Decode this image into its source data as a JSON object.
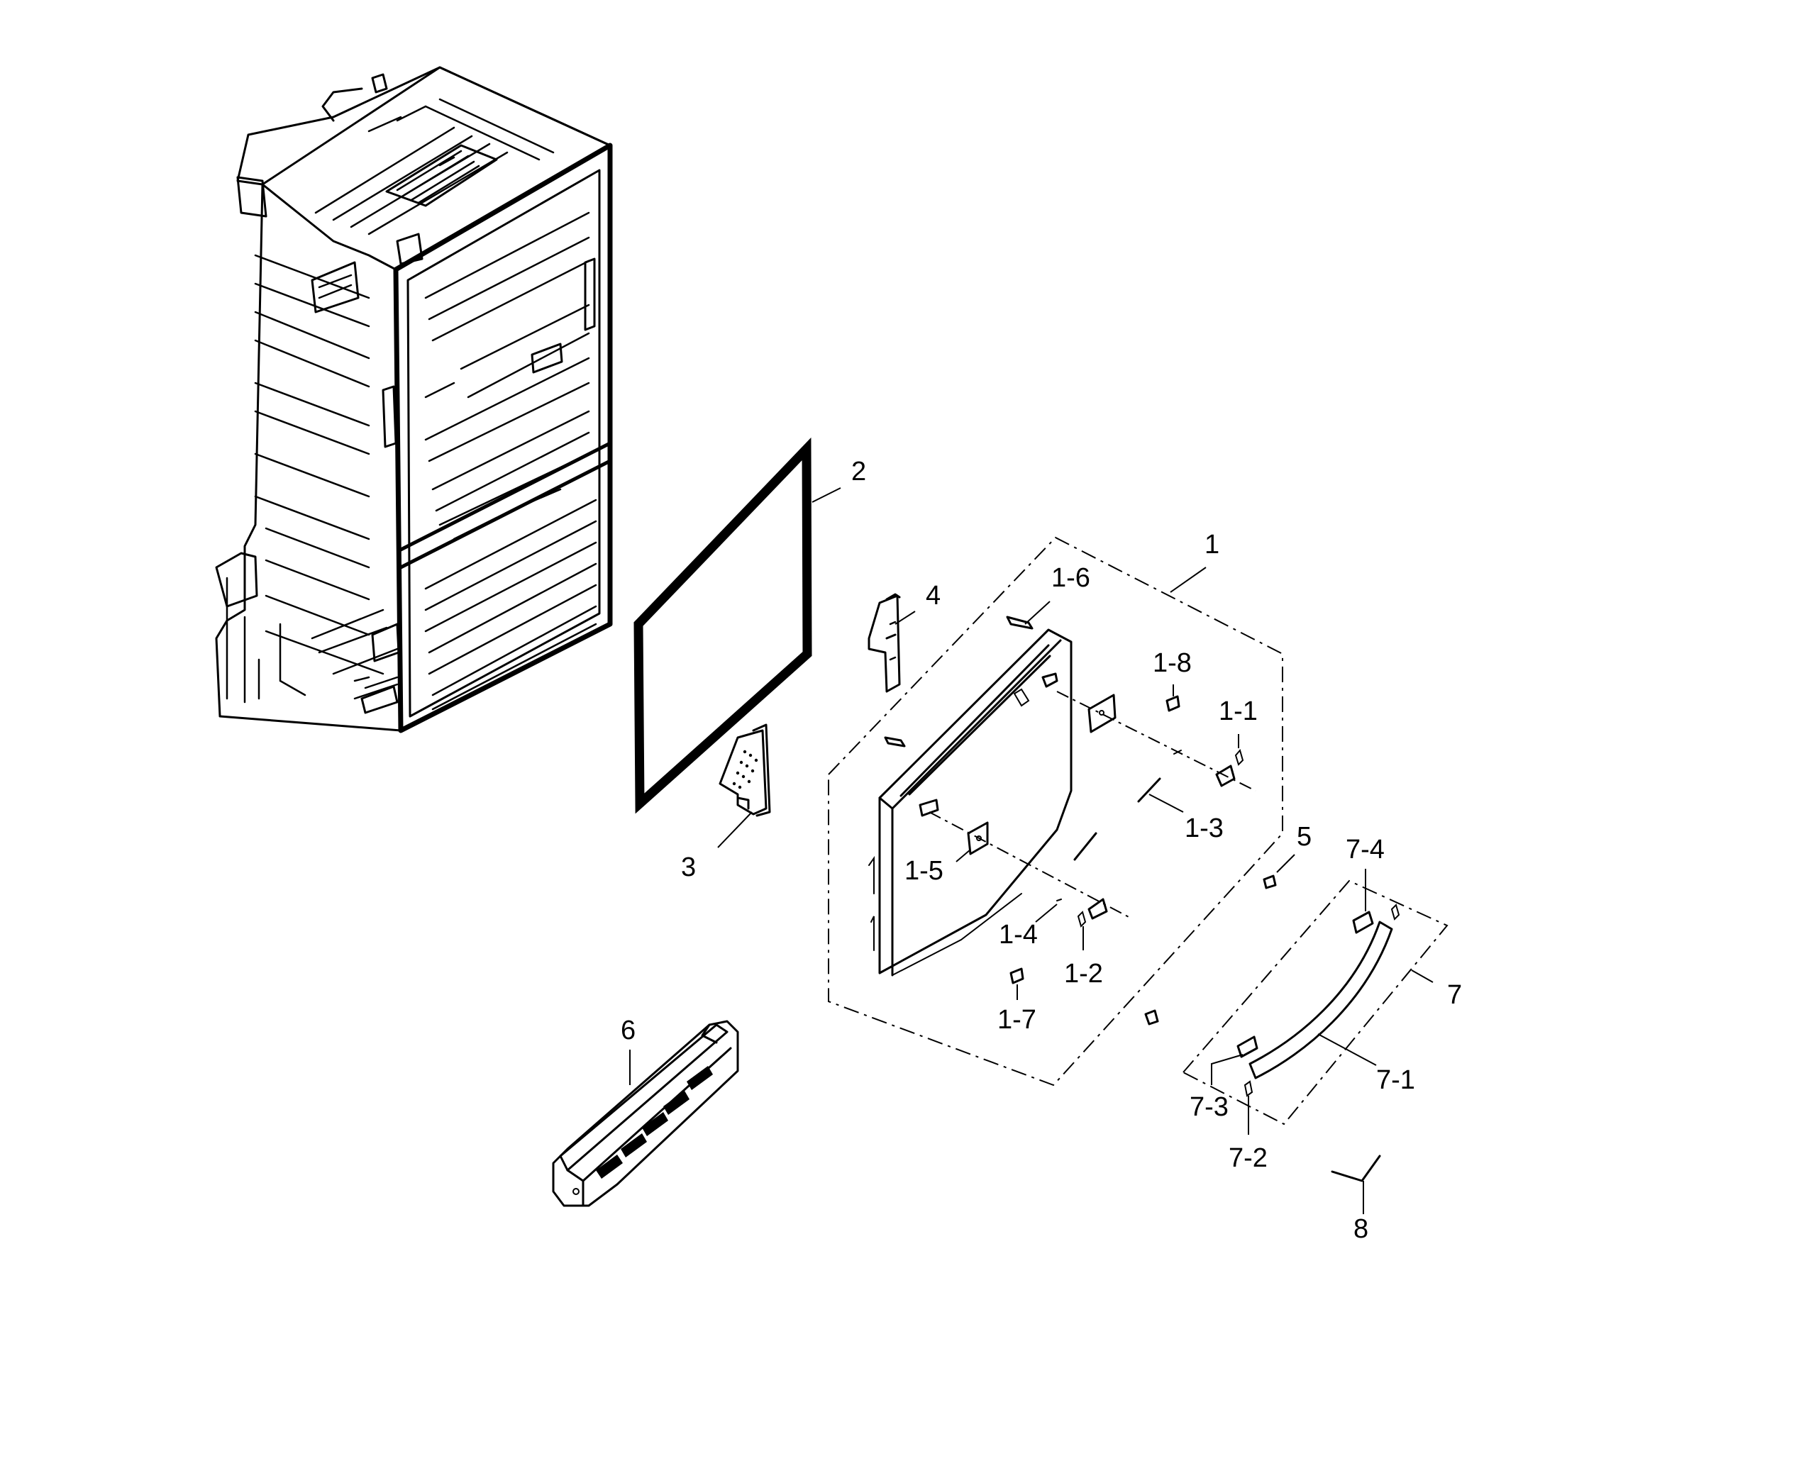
{
  "callouts": {
    "c1": "1",
    "c1_1": "1-1",
    "c1_2": "1-2",
    "c1_3": "1-3",
    "c1_4": "1-4",
    "c1_5": "1-5",
    "c1_6": "1-6",
    "c1_7": "1-7",
    "c1_8": "1-8",
    "c2": "2",
    "c3": "3",
    "c4": "4",
    "c5": "5",
    "c6": "6",
    "c7": "7",
    "c7_1": "7-1",
    "c7_2": "7-2",
    "c7_3": "7-3",
    "c7_4": "7-4",
    "c8": "8"
  },
  "colors": {
    "ink": "#000000",
    "paper": "#ffffff"
  }
}
